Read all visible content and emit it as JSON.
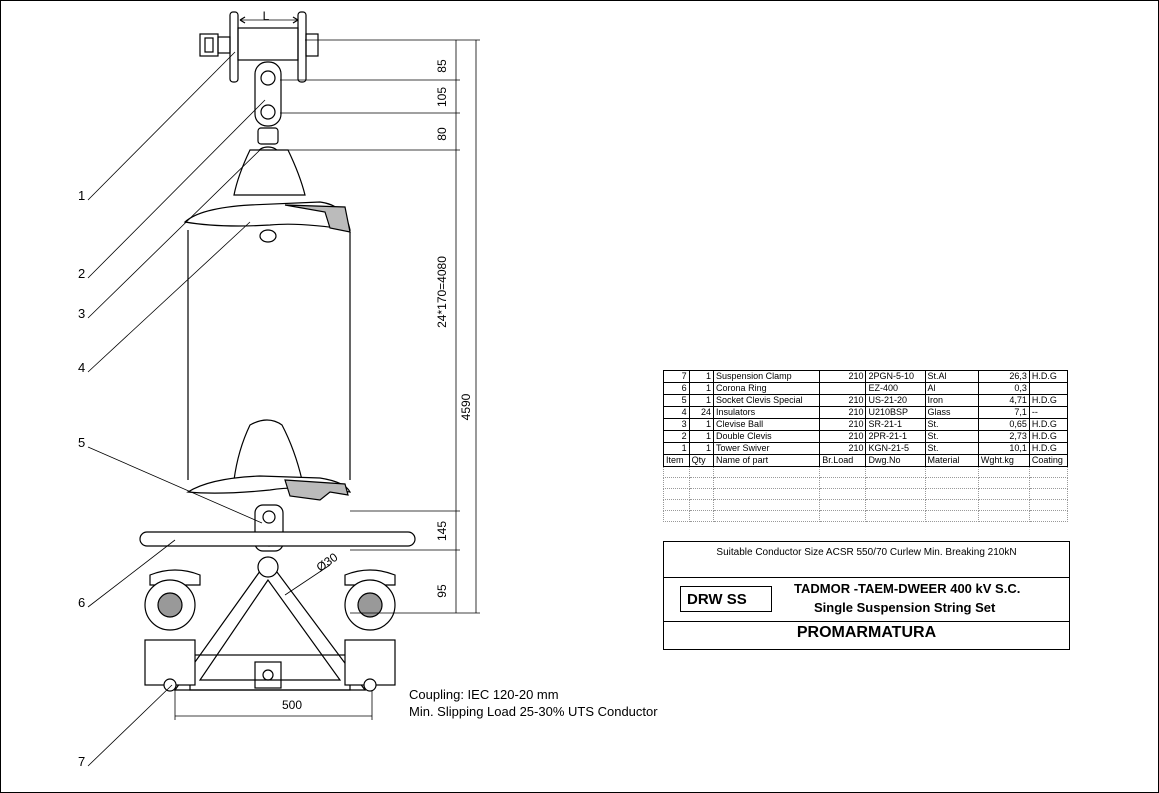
{
  "callouts": [
    "1",
    "2",
    "3",
    "4",
    "5",
    "6",
    "7"
  ],
  "dims": {
    "L": "L",
    "d85": "85",
    "d105": "105",
    "d80": "80",
    "d4080": "24*170=4080",
    "d4590": "4590",
    "d145": "145",
    "d95": "95",
    "d500": "500",
    "d30": "Ø30"
  },
  "notes": {
    "coupling": "Coupling: IEC 120-20 mm",
    "slipping": "Min. Slipping Load 25-30% UTS Conductor"
  },
  "parts_table": {
    "rows": [
      {
        "item": "7",
        "qty": "1",
        "name": "Suspension Clamp",
        "load": "210",
        "dwg": "2PGN-5-10",
        "material": "St.Al",
        "weight": "26,3",
        "coating": "H.D.G"
      },
      {
        "item": "6",
        "qty": "1",
        "name": "Corona Ring",
        "load": "",
        "dwg": "EZ-400",
        "material": "Al",
        "weight": "0,3",
        "coating": ""
      },
      {
        "item": "5",
        "qty": "1",
        "name": "Socket Clevis Special",
        "load": "210",
        "dwg": "US-21-20",
        "material": "Iron",
        "weight": "4,71",
        "coating": "H.D.G"
      },
      {
        "item": "4",
        "qty": "24",
        "name": "Insulators",
        "load": "210",
        "dwg": "U210BSP",
        "material": "Glass",
        "weight": "7,1",
        "coating": "--"
      },
      {
        "item": "3",
        "qty": "1",
        "name": "Clevise Ball",
        "load": "210",
        "dwg": "SR-21-1",
        "material": "St.",
        "weight": "0,65",
        "coating": "H.D.G"
      },
      {
        "item": "2",
        "qty": "1",
        "name": "Double Clevis",
        "load": "210",
        "dwg": "2PR-21-1",
        "material": "St.",
        "weight": "2,73",
        "coating": "H.D.G"
      },
      {
        "item": "1",
        "qty": "1",
        "name": "Tower Swiver",
        "load": "210",
        "dwg": "KGN-21-5",
        "material": "St.",
        "weight": "10,1",
        "coating": "H.D.G"
      }
    ],
    "header": {
      "item": "Item",
      "qty": "Qty",
      "name": "Name of part",
      "load": "Br.Load",
      "dwg": "Dwg.No",
      "material": "Material",
      "weight": "Wght.kg",
      "coating": "Coating"
    }
  },
  "title_block": {
    "note": "Suitable Conductor Size ACSR 550/70 Curlew   Min. Breaking 210kN",
    "drw": "DRW SS",
    "title_line1": "TADMOR -TAEM-DWEER 400 kV S.C.",
    "title_line2": "Single  Suspension String Set",
    "company": "PROMARMATURA"
  }
}
